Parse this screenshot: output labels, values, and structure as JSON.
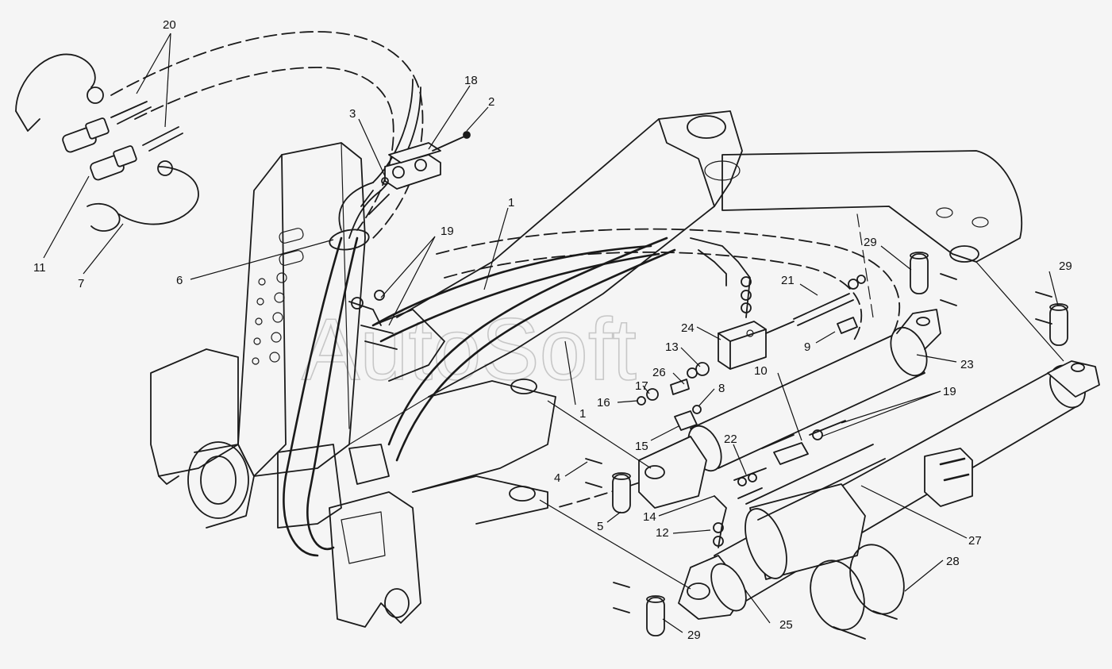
{
  "watermark": "AutoSoft",
  "callouts": [
    {
      "id": "c20",
      "text": "20"
    },
    {
      "id": "c18",
      "text": "18"
    },
    {
      "id": "c2",
      "text": "2"
    },
    {
      "id": "c3",
      "text": "3"
    },
    {
      "id": "c11",
      "text": "11"
    },
    {
      "id": "c7",
      "text": "7"
    },
    {
      "id": "c6",
      "text": "6"
    },
    {
      "id": "c19a",
      "text": "19"
    },
    {
      "id": "c1a",
      "text": "1"
    },
    {
      "id": "c1b",
      "text": "1"
    },
    {
      "id": "c29a",
      "text": "29"
    },
    {
      "id": "c29b",
      "text": "29"
    },
    {
      "id": "c29c",
      "text": "29"
    },
    {
      "id": "c21",
      "text": "21"
    },
    {
      "id": "c24",
      "text": "24"
    },
    {
      "id": "c13",
      "text": "13"
    },
    {
      "id": "c9",
      "text": "9"
    },
    {
      "id": "c23",
      "text": "23"
    },
    {
      "id": "c26",
      "text": "26"
    },
    {
      "id": "c17",
      "text": "17"
    },
    {
      "id": "c16",
      "text": "16"
    },
    {
      "id": "c8",
      "text": "8"
    },
    {
      "id": "c10",
      "text": "10"
    },
    {
      "id": "c19b",
      "text": "19"
    },
    {
      "id": "c15",
      "text": "15"
    },
    {
      "id": "c22",
      "text": "22"
    },
    {
      "id": "c4",
      "text": "4"
    },
    {
      "id": "c5",
      "text": "5"
    },
    {
      "id": "c14",
      "text": "14"
    },
    {
      "id": "c12",
      "text": "12"
    },
    {
      "id": "c27",
      "text": "27"
    },
    {
      "id": "c28",
      "text": "28"
    },
    {
      "id": "c25",
      "text": "25"
    }
  ]
}
